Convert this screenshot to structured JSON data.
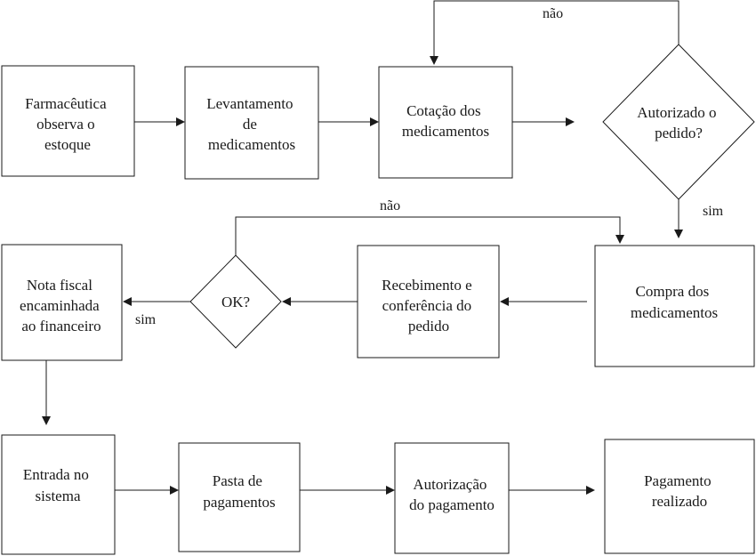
{
  "nodes": {
    "n1": [
      "Farmacêutica",
      "observa o",
      "estoque"
    ],
    "n2": [
      "Levantamento",
      "de",
      "medicamentos"
    ],
    "n3": [
      "Cotação dos",
      "medicamentos"
    ],
    "d1": [
      "Autorizado o",
      "pedido?"
    ],
    "n4": [
      "Compra dos",
      "medicamentos"
    ],
    "n5": [
      "Recebimento e",
      "conferência do",
      "pedido"
    ],
    "d2": [
      "OK?"
    ],
    "n6": [
      "Nota fiscal",
      "encaminhada",
      "ao financeiro"
    ],
    "n7": [
      "Entrada no",
      "sistema"
    ],
    "n8": [
      "Pasta de",
      "pagamentos"
    ],
    "n9": [
      "Autorização",
      "do pagamento"
    ],
    "n10": [
      "Pagamento",
      "realizado"
    ]
  },
  "edge_labels": {
    "d1_no": "não",
    "d1_yes": "sim",
    "d2_no": "não",
    "d2_yes": "sim"
  },
  "colors": {
    "stroke": "#1a1a1a",
    "background": "#ffffff"
  }
}
